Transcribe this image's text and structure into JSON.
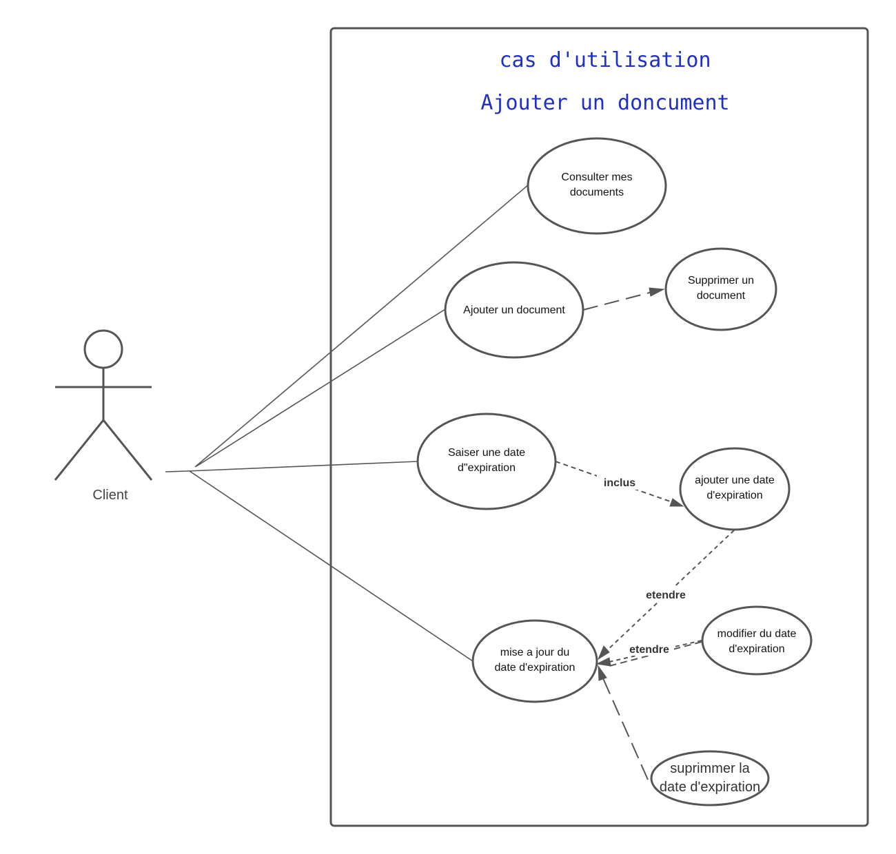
{
  "diagram": {
    "title_line1": "cas d'utilisation",
    "title_line2": "Ajouter un doncument",
    "actor": {
      "label": "Client"
    },
    "use_cases": {
      "consulter": [
        "Consulter mes",
        "documents"
      ],
      "ajouter_document": [
        "Ajouter un document"
      ],
      "supprimer_document": [
        "Supprimer un",
        "document"
      ],
      "saisir_date": [
        "Saiser une date",
        "d\"expiration"
      ],
      "ajouter_date": [
        "ajouter une date",
        "d'expiration"
      ],
      "mise_a_jour": [
        "mise a jour du",
        "date d'expiration"
      ],
      "modifier_date": [
        "modifier du date",
        "d'expiration"
      ],
      "supprimer_date": [
        "suprimmer la",
        "date d'expiration"
      ]
    },
    "relations": {
      "inclus": "inclus",
      "etendre_1": "etendre",
      "etendre_2": "etendre"
    },
    "colors": {
      "title": "#1f2fcc",
      "stroke": "#555555",
      "background": "#ffffff"
    }
  }
}
